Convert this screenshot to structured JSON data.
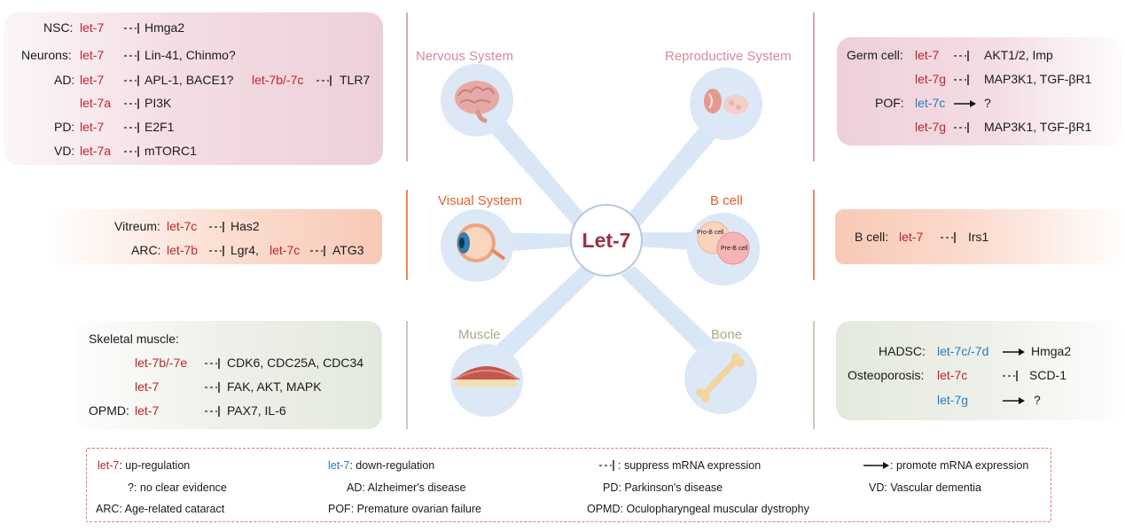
{
  "center": {
    "label": "Let-7"
  },
  "systems": {
    "nervous": "Nervous System",
    "reproductive": "Reproductive System",
    "visual": "Visual System",
    "bcell": "B cell",
    "muscle": "Muscle",
    "bone": "Bone"
  },
  "bcell_labels": {
    "pro": "Pro-B cell",
    "pre": "Pre-B cell"
  },
  "nervous_panel": {
    "r1": {
      "ctx": "NSC:",
      "mir": "let-7",
      "target": "Hmga2"
    },
    "r2": {
      "ctx": "Neurons:",
      "mir": "let-7",
      "target": "Lin-41, Chinmo?"
    },
    "r3": {
      "ctx": "AD:",
      "mir": "let-7",
      "target": "APL-1, BACE1?",
      "mir2": "let-7b/-7c",
      "target2": "TLR7"
    },
    "r4": {
      "mir": "let-7a",
      "target": "PI3K"
    },
    "r5": {
      "ctx": "PD:",
      "mir": "let-7",
      "target": "E2F1"
    },
    "r6": {
      "ctx": "VD:",
      "mir": "let-7a",
      "target": "mTORC1"
    }
  },
  "reproductive_panel": {
    "r1": {
      "ctx": "Germ cell:",
      "mir": "let-7",
      "target": "AKT1/2, Imp"
    },
    "r2": {
      "mir": "let-7g",
      "target": "MAP3K1, TGF-βR1"
    },
    "r3": {
      "ctx": "POF:",
      "mir": "let-7c",
      "target": "?"
    },
    "r4": {
      "mir": "let-7g",
      "target": "MAP3K1, TGF-βR1"
    }
  },
  "visual_panel": {
    "r1": {
      "ctx": "Vitreum:",
      "mir": "let-7c",
      "target": "Has2"
    },
    "r2": {
      "ctx": "ARC:",
      "mir": "let-7b",
      "target": "Lgr4,",
      "mir2": "let-7c",
      "target2": "ATG3"
    }
  },
  "bcell_panel": {
    "r1": {
      "ctx": "B cell:",
      "mir": "let-7",
      "target": "Irs1"
    }
  },
  "muscle_panel": {
    "title": "Skeletal muscle:",
    "r1": {
      "mir": "let-7b/-7e",
      "target": "CDK6, CDC25A, CDC34"
    },
    "r2": {
      "mir": "let-7",
      "target": "FAK, AKT, MAPK"
    },
    "r3": {
      "ctx": "OPMD:",
      "mir": "let-7",
      "target": "PAX7, IL-6"
    }
  },
  "bone_panel": {
    "r1": {
      "ctx": "HADSC:",
      "mir": "let-7c/-7d",
      "target": "Hmga2"
    },
    "r2": {
      "ctx": "Osteoporosis:",
      "mir": "let-7c",
      "target": "SCD-1"
    },
    "r3": {
      "mir": "let-7g",
      "target": "?"
    }
  },
  "legend": {
    "up_mir": "let-7",
    "up_text": ": up-regulation",
    "down_mir": "let-7",
    "down_text": ": down-regulation",
    "suppress": ": suppress mRNA expression",
    "promote": ": promote mRNA expression",
    "q": "?: no clear evidence",
    "ad_k": "AD:",
    "ad_v": "Alzheimer's disease",
    "pd_k": "PD:",
    "pd_v": "Parkinson's disease",
    "vd_k": "VD:",
    "vd_v": "Vascular dementia",
    "arc_k": "ARC:",
    "arc_v": "Age-related cataract",
    "pof_k": "POF:",
    "pof_v": "Premature ovarian failure",
    "opmd_k": "OPMD:",
    "opmd_v": "Oculopharyngeal muscular dystrophy"
  },
  "colors": {
    "up": "#c0232b",
    "down": "#2a7bc0",
    "center": "#9b2f45",
    "nervous": "#d48c9a",
    "visual": "#e0642f",
    "muscle": "#a6ad87"
  }
}
